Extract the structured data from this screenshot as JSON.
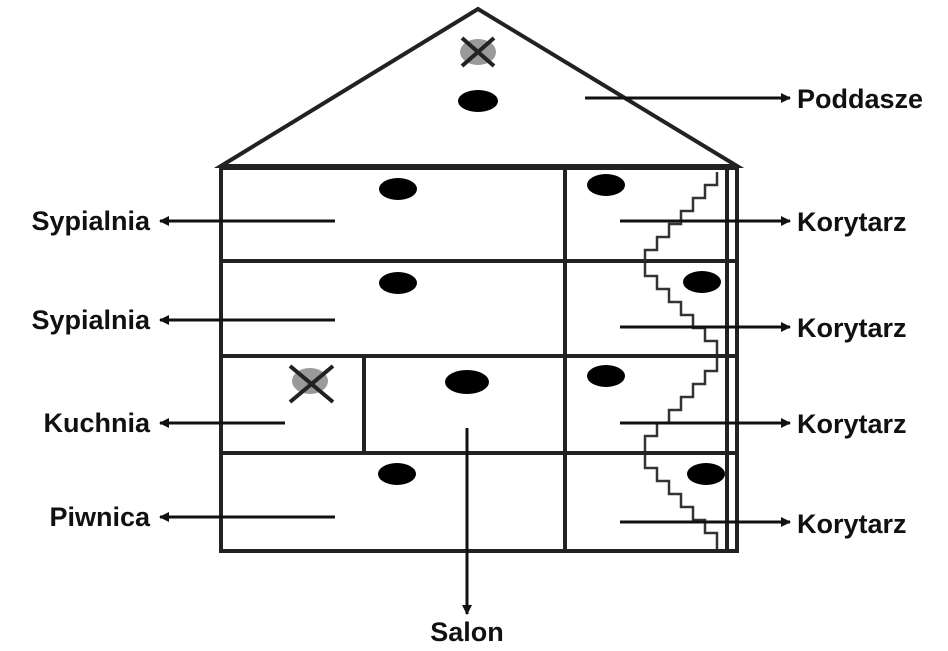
{
  "labels": {
    "attic": "Poddasze",
    "bedroom_upper": "Sypialnia",
    "bedroom_lower": "Sypialnia",
    "kitchen": "Kuchnia",
    "basement": "Piwnica",
    "corridor_1": "Korytarz",
    "corridor_2": "Korytarz",
    "corridor_3": "Korytarz",
    "corridor_4": "Korytarz",
    "living_room": "Salon"
  },
  "colors": {
    "ink": "#111111",
    "wall": "#222222",
    "x_shadow": "#9a9a9a"
  },
  "icons": [
    "cross-mark-icon",
    "filled-dot-icon",
    "arrow-icon",
    "staircase-icon"
  ]
}
